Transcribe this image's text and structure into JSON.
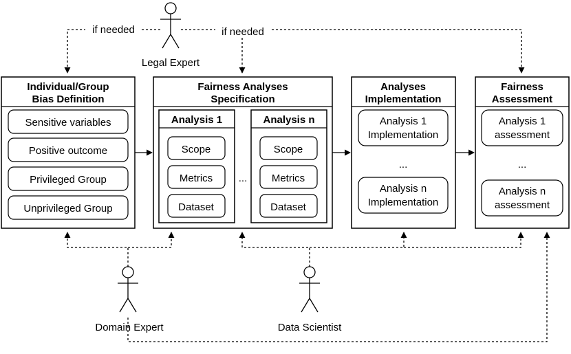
{
  "actors": {
    "legal_expert": "Legal Expert",
    "domain_expert": "Domain Expert",
    "data_scientist": "Data Scientist"
  },
  "annotations": {
    "if_needed_left": "if needed",
    "if_needed_right": "if needed"
  },
  "boxes": {
    "bias_definition": {
      "title_line1": "Individual/Group",
      "title_line2": "Bias Definition",
      "items": [
        "Sensitive variables",
        "Positive outcome",
        "Privileged Group",
        "Unprivileged Group"
      ]
    },
    "fairness_spec": {
      "title_line1": "Fairness Analyses",
      "title_line2": "Specification",
      "ellipsis": "...",
      "analysis_1": {
        "title": "Analysis 1",
        "items": [
          "Scope",
          "Metrics",
          "Dataset"
        ]
      },
      "analysis_n": {
        "title": "Analysis n",
        "items": [
          "Scope",
          "Metrics",
          "Dataset"
        ]
      }
    },
    "implementation": {
      "title_line1": "Analyses",
      "title_line2": "Implementation",
      "item1_line1": "Analysis 1",
      "item1_line2": "Implementation",
      "ellipsis": "...",
      "itemn_line1": "Analysis n",
      "itemn_line2": "Implementation"
    },
    "assessment": {
      "title_line1": "Fairness",
      "title_line2": "Assessment",
      "item1_line1": "Analysis 1",
      "item1_line2": "assessment",
      "ellipsis": "...",
      "itemn_line1": "Analysis n",
      "itemn_line2": "assessment"
    }
  }
}
